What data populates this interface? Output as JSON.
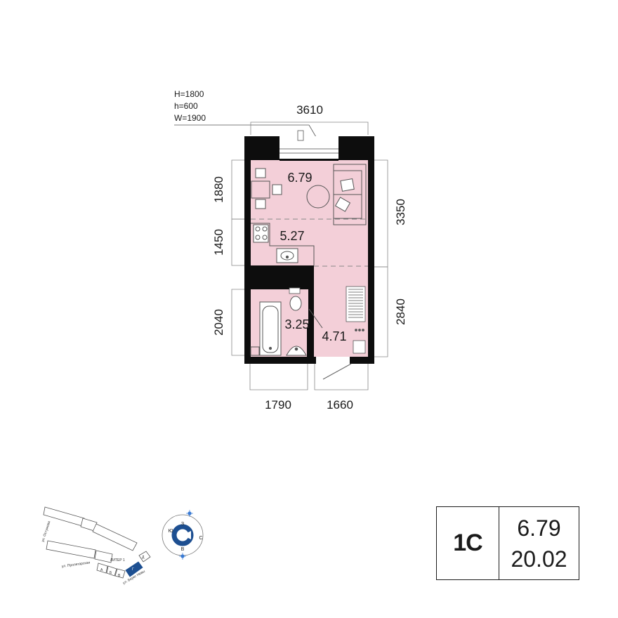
{
  "window_spec": {
    "h_label": "H=1800",
    "sh_label": "h=600",
    "w_label": "W=1900"
  },
  "dimensions": {
    "top": "3610",
    "left_upper": "1880",
    "left_middle": "1450",
    "left_lower": "2040",
    "right_upper": "3350",
    "right_lower": "2840",
    "bottom_left": "1790",
    "bottom_right": "1660"
  },
  "room_areas": {
    "living": "6.79",
    "kitchen": "5.27",
    "bathroom": "3.25",
    "hallway": "4.71"
  },
  "site_plan": {
    "streets": [
      "ул. Остужева",
      "ул. Пролетарская",
      "ул. Берег Невы"
    ],
    "litera_label": "ЛИТЕР 1",
    "sections": [
      "А",
      "Б",
      "В",
      "Г",
      "Д"
    ],
    "highlight_color": "#1d4f91"
  },
  "compass": {
    "north": "З",
    "east": "С",
    "south": "В",
    "west": "Ю",
    "sun_color": "#3a7bd5"
  },
  "info": {
    "type": "1С",
    "living_area": "6.79",
    "total_area": "20.02"
  },
  "colors": {
    "room_fill": "#f3cfd8",
    "wall": "#0d0d0d"
  }
}
